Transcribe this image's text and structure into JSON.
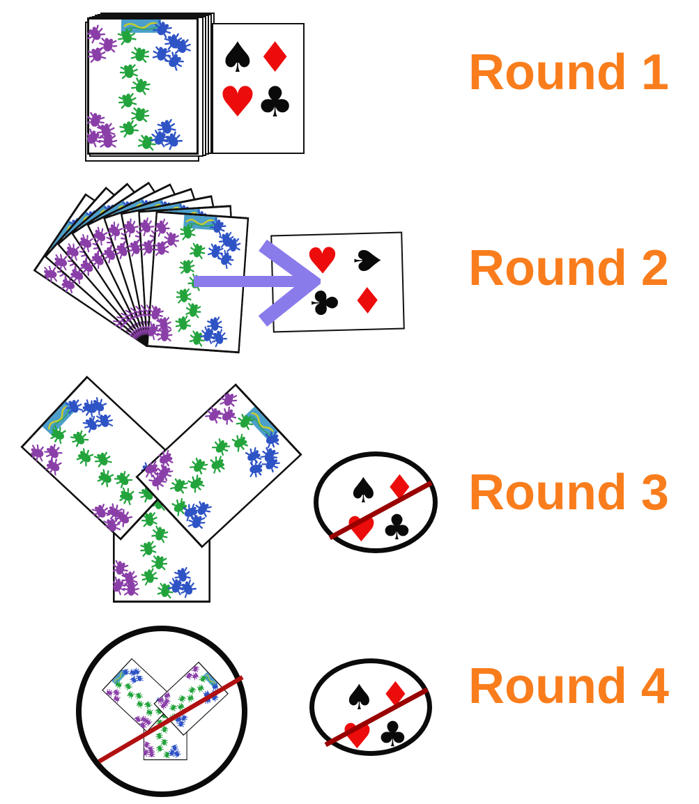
{
  "rounds": [
    {
      "label": "Round 1"
    },
    {
      "label": "Round 2"
    },
    {
      "label": "Round 3"
    },
    {
      "label": "Round 4"
    }
  ],
  "suits": {
    "spade": "♠",
    "diamond": "♦",
    "heart": "♥",
    "club": "♣"
  },
  "icons": {
    "card_back": "bug-pattern-card-back",
    "arrow": "right-arrow-icon",
    "cross": "prohibition-line"
  },
  "colors": {
    "round_label_orange": "#F97D1C",
    "arrow_purple": "#8A7BEB",
    "suit_red": "#EC0C0C",
    "suit_black": "#0A0A0A",
    "ellipse_cross_dark_red": "#990000",
    "circle_cross_red": "#B01010",
    "bug_purple": "#8A3FA8",
    "bug_green": "#23A33C",
    "bug_blue": "#2E53C5",
    "card_logo_blue": "#4D9FCB",
    "card_border_black": "#111111"
  }
}
